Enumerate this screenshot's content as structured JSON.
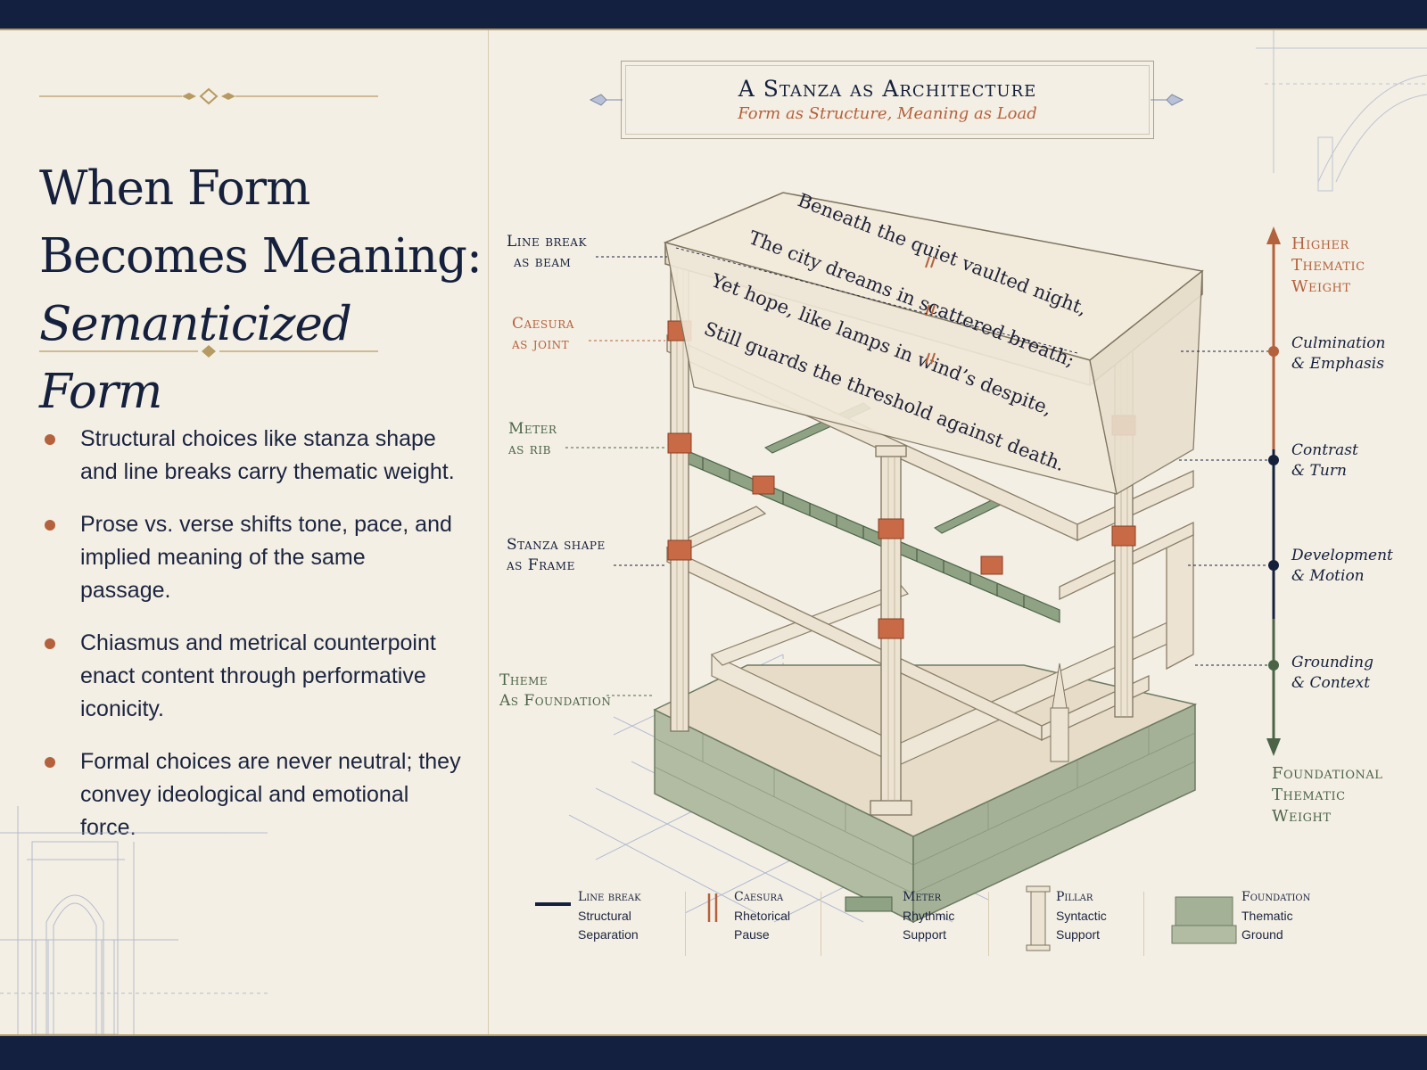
{
  "left": {
    "title_line1": "When Form",
    "title_line2": "Becomes Meaning:",
    "title_line3": "Semanticized Form",
    "bullets": [
      "Structural choices like stanza shape and line breaks carry thematic weight.",
      "Prose vs. verse shifts tone, pace, and implied meaning of the same passage.",
      "Chiasmus and metrical counterpoint enact content through performative iconicity.",
      "Formal choices are never neutral; they convey ideological and emotional force."
    ]
  },
  "diagram": {
    "title": "A Stanza as Architecture",
    "subtitle": "Form as Structure, Meaning as Load",
    "poem_lines": [
      "Beneath the quiet vaulted night,",
      "The city dreams in scattered breath;",
      "Yet hope, like lamps in wind’s despite,",
      "Still guards the threshold against death."
    ],
    "callouts": {
      "line_break": [
        "Line break",
        "as beam"
      ],
      "caesura": [
        "Caesura",
        "as joint"
      ],
      "meter": [
        "Meter",
        "as rib"
      ],
      "stanza_shape": [
        "Stanza shape",
        "as Frame"
      ],
      "theme": [
        "Theme",
        "As Foundation"
      ]
    },
    "weight_axis": {
      "top_label": [
        "Higher",
        "Thematic",
        "Weight"
      ],
      "bottom_label": [
        "Foundational",
        "Thematic",
        "Weight"
      ],
      "levels": [
        [
          "Culmination",
          "& Emphasis"
        ],
        [
          "Contrast",
          "& Turn"
        ],
        [
          "Development",
          "& Motion"
        ],
        [
          "Grounding",
          "& Context"
        ]
      ]
    },
    "legend": [
      {
        "term": "Line break",
        "desc1": "Structural",
        "desc2": "Separation"
      },
      {
        "term": "Caesura",
        "desc1": "Rhetorical",
        "desc2": "Pause"
      },
      {
        "term": "Meter",
        "desc1": "Rhythmic",
        "desc2": "Support"
      },
      {
        "term": "Pillar",
        "desc1": "Syntactic",
        "desc2": "Support"
      },
      {
        "term": "Foundation",
        "desc1": "Thematic",
        "desc2": "Ground"
      }
    ],
    "colors": {
      "navy": "#15203d",
      "rust": "#b4613d",
      "green": "#4b6447",
      "stone": "#ece3d2",
      "paper": "#f4efe4",
      "gold": "#b69a63"
    }
  }
}
